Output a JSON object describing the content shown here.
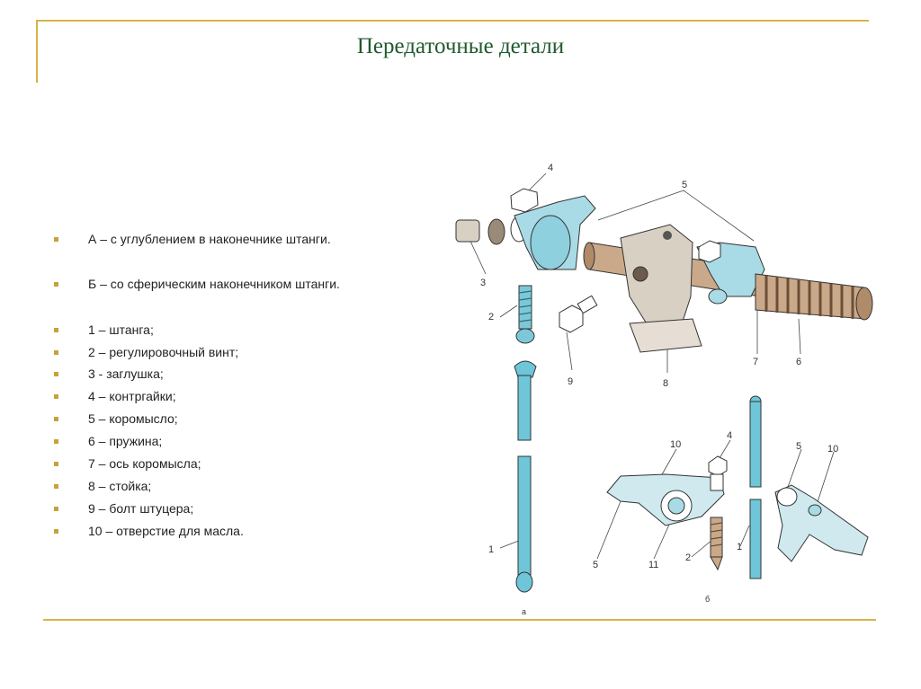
{
  "slide": {
    "title": "Передаточные детали",
    "bullets": [
      "А – с углублением в наконечнике штанги.",
      "Б – со сферическим наконечником штанги.",
      "1 – штанга;",
      "2 – регулировочный винт;",
      "3 - заглушка;",
      "4 – контргайки;",
      "5 – коромысло;",
      "6 – пружина;",
      "7 – ось коромысла;",
      "8 – стойка;",
      "9 – болт штуцера;",
      "10 – отверстие для масла."
    ]
  },
  "figure": {
    "callouts_a": [
      "4",
      "5",
      "3",
      "2",
      "9",
      "8",
      "7",
      "6",
      "1"
    ],
    "callouts_b": [
      "10",
      "4",
      "5",
      "10",
      "5",
      "11",
      "2",
      "1"
    ],
    "caption_a": "а",
    "caption_b": "б"
  },
  "colors": {
    "accent_line": "#d8b24a",
    "title": "#1f5a2e",
    "part_blue": "#6ec6d8",
    "part_tan": "#c9a98a"
  }
}
